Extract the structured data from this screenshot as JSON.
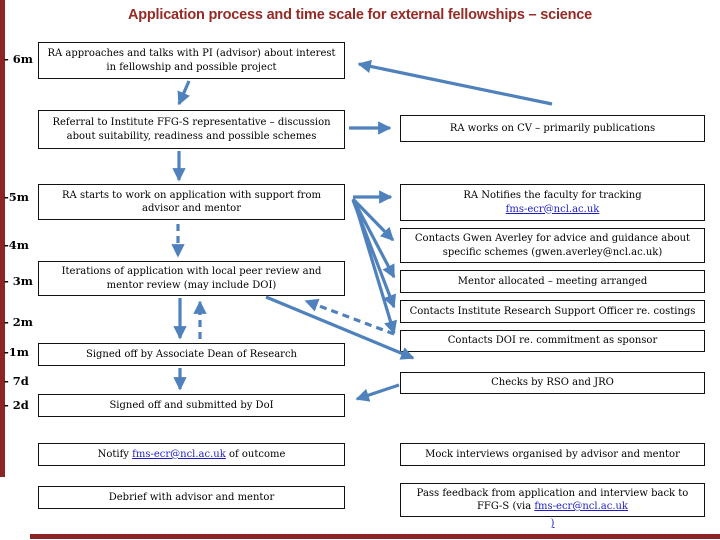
{
  "title": "Application process and time scale for external fellowships – science",
  "timeline": {
    "m6": "- 6m",
    "m5": "-5m",
    "m4": "-4m",
    "m3": "- 3m",
    "m2": "- 2m",
    "m1": "-1m",
    "d7": "- 7d",
    "d2": "- 2d"
  },
  "left": {
    "approach": "RA approaches and talks with PI (advisor) about interest in fellowship and possible project",
    "referral": "Referral to Institute FFG-S representative – discussion about suitability, readiness and possible schemes",
    "ra_starts": "RA starts to work on application with support from advisor and mentor",
    "iterations": "Iterations of application with local peer review and mentor review (may include DOI)",
    "signed_adr": "Signed off by Associate Dean of Research",
    "signed_doi": "Signed off and submitted by DoI",
    "notify_pre": "Notify ",
    "notify_link": "fms-ecr@ncl.ac.uk",
    "notify_post": " of outcome",
    "debrief": "Debrief with advisor and mentor"
  },
  "right": {
    "cv": "RA works on CV – primarily publications",
    "notifies_line1": "RA Notifies the faculty for tracking",
    "notifies_link": "fms-ecr@ncl.ac.uk",
    "gwen": "Contacts Gwen Averley for advice and guidance about specific schemes (gwen.averley@ncl.ac.uk)",
    "mentor": "Mentor allocated – meeting arranged",
    "rso": "Contacts Institute Research Support Officer re. costings",
    "doi_sponsor": "Contacts DOI re. commitment as sponsor",
    "checks": "Checks by RSO and JRO",
    "mock": "Mock interviews organised by advisor and mentor",
    "feedback_line1": "Pass feedback from application and interview back to",
    "feedback_pre": "FFG-S (via ",
    "feedback_link": "fms-ecr@ncl.ac.uk",
    "feedback_overflow": ")"
  },
  "colors": {
    "arrow": "#4f81bd",
    "link": "#1d1dc8",
    "title": "#952b25",
    "accent_bar": "#8b2525"
  }
}
